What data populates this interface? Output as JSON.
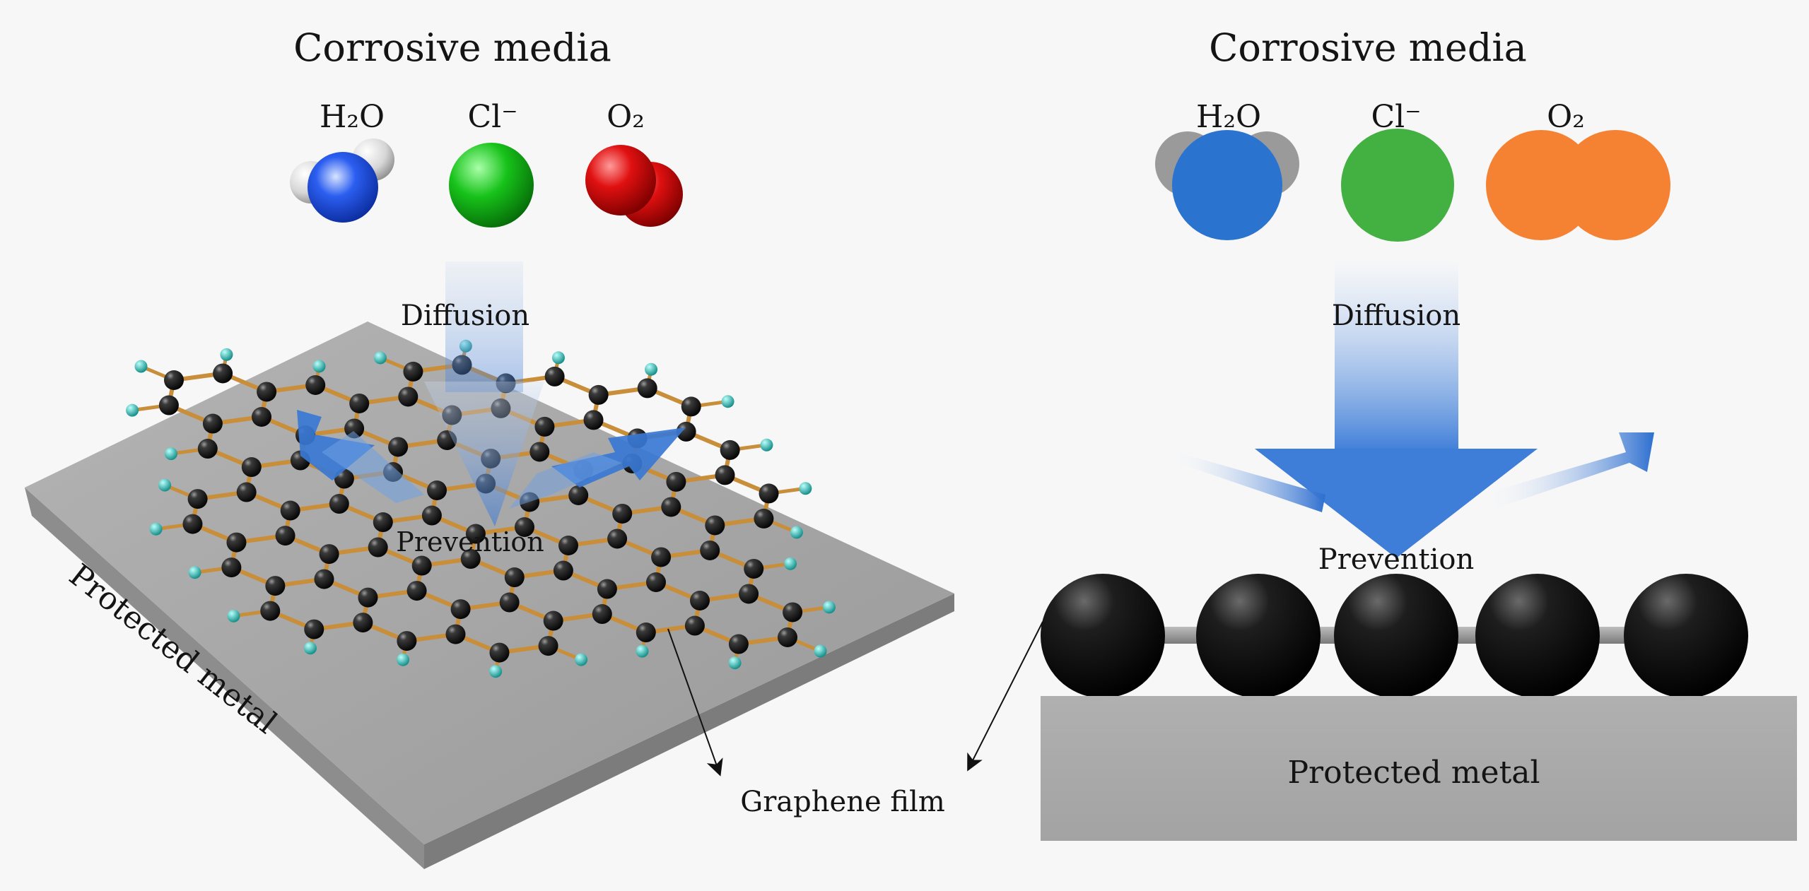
{
  "left_panel": {
    "title": "Corrosive media",
    "species": [
      {
        "label": "H₂O",
        "icon": "water-molecule-icon"
      },
      {
        "label": "Cl⁻",
        "icon": "chloride-ion-icon"
      },
      {
        "label": "O₂",
        "icon": "oxygen-molecule-icon"
      }
    ],
    "diffusion_label": "Diffusion",
    "prevention_label": "Prevention",
    "substrate_label": "Protected metal"
  },
  "right_panel": {
    "title": "Corrosive media",
    "species": [
      {
        "label": "H₂O",
        "icon": "water-molecule-icon"
      },
      {
        "label": "Cl⁻",
        "icon": "chloride-ion-icon"
      },
      {
        "label": "O₂",
        "icon": "oxygen-molecule-icon"
      }
    ],
    "diffusion_label": "Diffusion",
    "prevention_label": "Prevention",
    "substrate_label": "Protected metal"
  },
  "callout_label": "Graphene film",
  "colors": {
    "background": "#f7f7f7",
    "metal_top": "#a6a6a6",
    "metal_side": "#8c8c8c",
    "carbon_atom": "#141414",
    "hydrogen_atom": "#24b5b0",
    "cc_bond": "#c98e3a",
    "arrow_blue": "#3a78d4",
    "water_blue_3d": "#2b5ef0",
    "chloride_green_3d": "#17c21a",
    "oxygen_red_3d": "#e01010",
    "water_blue_flat": "#2a74d0",
    "chloride_green_flat": "#43b042",
    "oxygen_orange_flat": "#f58232",
    "atom_gray_flat": "#9a9a9a"
  }
}
